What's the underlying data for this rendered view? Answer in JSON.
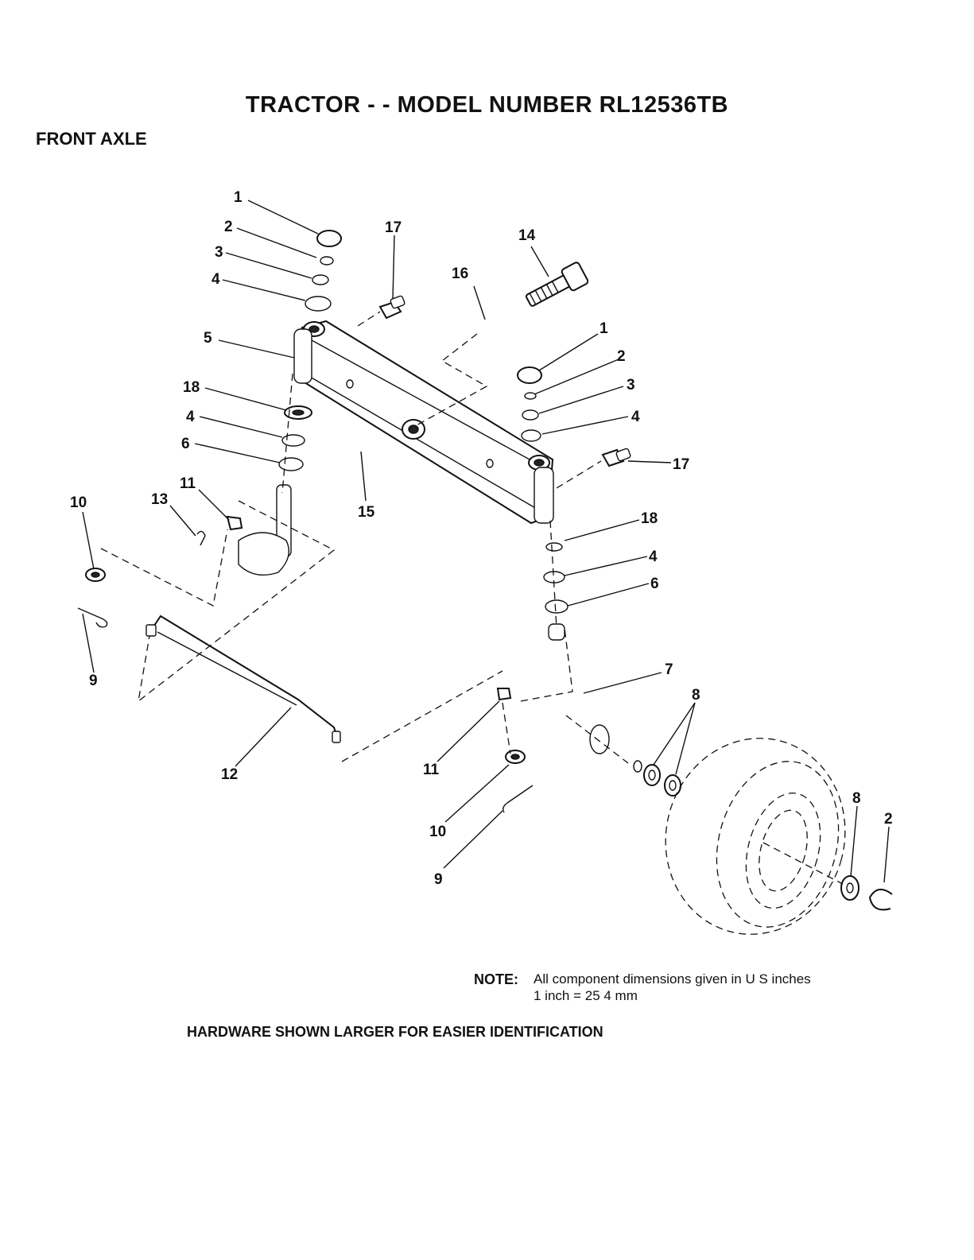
{
  "header": {
    "title": "TRACTOR - - MODEL NUMBER RL12536TB",
    "section": "FRONT AXLE"
  },
  "diagram": {
    "callouts": [
      {
        "id": "c1a",
        "label": "1"
      },
      {
        "id": "c2a",
        "label": "2"
      },
      {
        "id": "c3a",
        "label": "3"
      },
      {
        "id": "c4a",
        "label": "4"
      },
      {
        "id": "c5",
        "label": "5"
      },
      {
        "id": "c18a",
        "label": "18"
      },
      {
        "id": "c4b",
        "label": "4"
      },
      {
        "id": "c6a",
        "label": "6"
      },
      {
        "id": "c17a",
        "label": "17"
      },
      {
        "id": "c16",
        "label": "16"
      },
      {
        "id": "c14",
        "label": "14"
      },
      {
        "id": "c1b",
        "label": "1"
      },
      {
        "id": "c2b",
        "label": "2"
      },
      {
        "id": "c3b",
        "label": "3"
      },
      {
        "id": "c4c",
        "label": "4"
      },
      {
        "id": "c17b",
        "label": "17"
      },
      {
        "id": "c15",
        "label": "15"
      },
      {
        "id": "c10a",
        "label": "10"
      },
      {
        "id": "c13",
        "label": "13"
      },
      {
        "id": "c11a",
        "label": "11"
      },
      {
        "id": "c9a",
        "label": "9"
      },
      {
        "id": "c18b",
        "label": "18"
      },
      {
        "id": "c4d",
        "label": "4"
      },
      {
        "id": "c6b",
        "label": "6"
      },
      {
        "id": "c7",
        "label": "7"
      },
      {
        "id": "c8a",
        "label": "8"
      },
      {
        "id": "c12",
        "label": "12"
      },
      {
        "id": "c11b",
        "label": "11"
      },
      {
        "id": "c10b",
        "label": "10"
      },
      {
        "id": "c9b",
        "label": "9"
      },
      {
        "id": "c8b",
        "label": "8"
      },
      {
        "id": "c2c",
        "label": "2"
      }
    ]
  },
  "note": {
    "label": "NOTE:",
    "line1": "All component dimensions given in U S  inches",
    "line2": "1 inch = 25 4 mm"
  },
  "footer": "HARDWARE SHOWN LARGER FOR EASIER IDENTIFICATION"
}
